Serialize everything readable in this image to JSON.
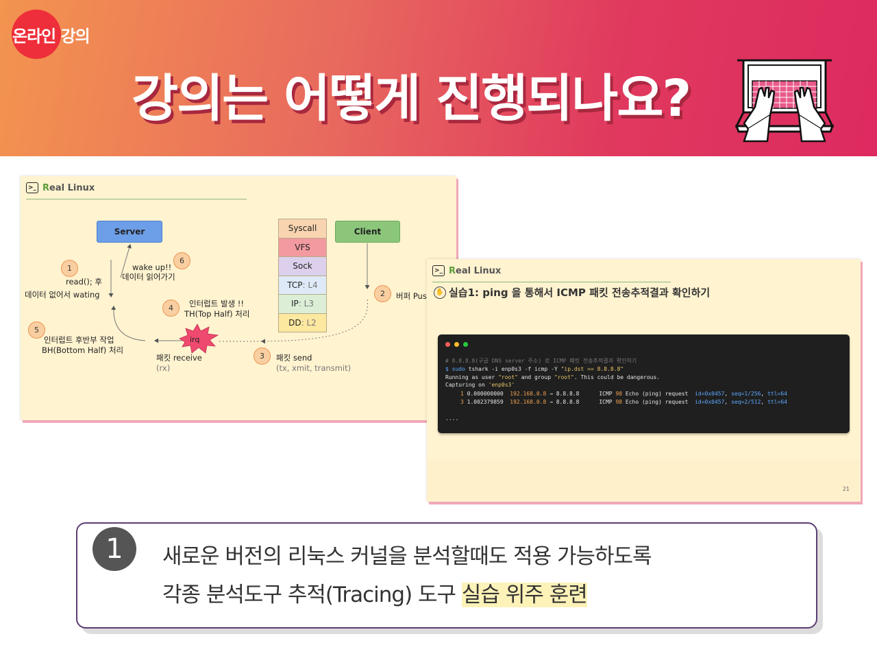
{
  "header": {
    "badge": "온라인 강의",
    "title": "강의는 어떻게 진행되나요?",
    "icon": "laptop-typing-icon"
  },
  "slide1": {
    "brand_prefix": "R",
    "brand_rest": "eal Linux",
    "server": "Server",
    "client": "Client",
    "stack": [
      {
        "label": "Syscall",
        "layer": "",
        "color": "#f8d4b0"
      },
      {
        "label": "VFS",
        "layer": "",
        "color": "#f29aa0"
      },
      {
        "label": "Sock",
        "layer": "",
        "color": "#dcd0ec"
      },
      {
        "label": "TCP",
        "layer": ": L4",
        "color": "#dfeaf8"
      },
      {
        "label": "IP",
        "layer": ": L3",
        "color": "#dcefd6"
      },
      {
        "label": "DD",
        "layer": ": L2",
        "color": "#fde8a0"
      }
    ],
    "steps": {
      "n1": "1",
      "t1a": "read(); 후",
      "t1b": "데이터 없어서 wating",
      "n2": "2",
      "t2": "버퍼 Pus",
      "n3": "3",
      "t3a": "패킷 send",
      "t3b": "(tx, xmit, transmit)",
      "n4": "4",
      "t4a": "인터럽트 발생 !!",
      "t4b": "TH(Top Half) 처리",
      "n5": "5",
      "t5a": "인터럽트 후반부 작업",
      "t5b": "BH(Bottom Half) 처리",
      "n6": "6",
      "t6a": "wake up!!",
      "t6b": "데이터 읽어가기",
      "irq": "irq",
      "recv_a": "패킷 receive",
      "recv_b": "(rx)"
    }
  },
  "slide2": {
    "brand_prefix": "R",
    "brand_rest": "eal Linux",
    "title": "실습1:  ping 을 통해서 ICMP 패킷 전송추적결과 확인하기",
    "terminal": {
      "comment": "# 8.8.8.8(구글 DNS server 주소) 로 ICMP 패킷 전송추적결과 확인하기",
      "prompt": "$ ",
      "cmd": "sudo",
      "cmd_rest": " tshark -i enp0s3 -f icmp -Y ",
      "cmd_filter": "\"ip.dst == 8.8.8.8\"",
      "run1": "Running as user ",
      "run_user": "\"root\"",
      "run2": " and group ",
      "run_group": "\"root\"",
      "run3": ". This could be dangerous.",
      "cap1": "Capturing on ",
      "cap_if": "'enp0s3'",
      "rows": [
        {
          "no": "1",
          "time": "0.000000000",
          "src": "192.168.0.8",
          "arrow": " → ",
          "dst": "8.8.8.8",
          "proto": "ICMP",
          "len": "98",
          "info": "Echo (ping) request",
          "id": "id=0x0457",
          "seq": "seq=1/256",
          "ttl": "ttl=64"
        },
        {
          "no": "3",
          "time": "1.002379859",
          "src": "192.168.0.8",
          "arrow": " → ",
          "dst": "8.8.8.8",
          "proto": "ICMP",
          "len": "98",
          "info": "Echo (ping) request",
          "id": "id=0x0457",
          "seq": "seq=2/512",
          "ttl": "ttl=64"
        }
      ],
      "ellipsis": "...."
    },
    "page_number": "21"
  },
  "info": {
    "number": "1",
    "line1": "새로운 버전의 리눅스 커널을 분석할때도 적용 가능하도록",
    "line2_a": "각종 분석도구 추적(Tracing) 도구 ",
    "line2_b": "실습 위주 훈련"
  }
}
